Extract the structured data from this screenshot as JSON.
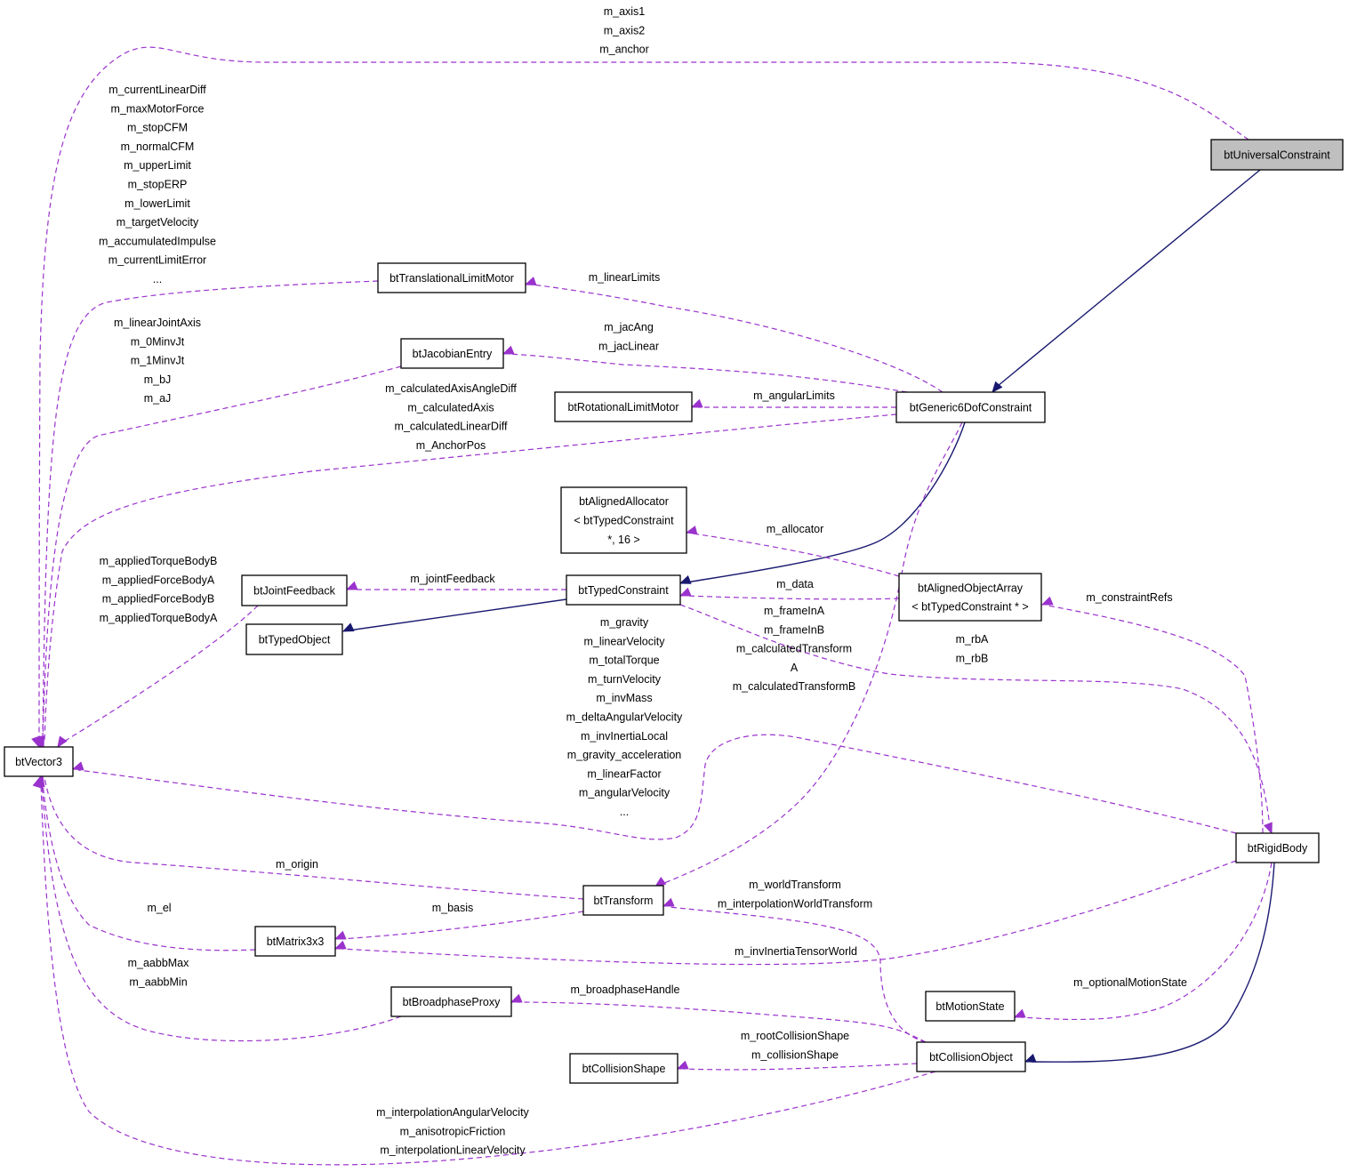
{
  "nodes": {
    "btUniversalConstraint": [
      "btUniversalConstraint"
    ],
    "btGeneric6DofConstraint": [
      "btGeneric6DofConstraint"
    ],
    "btTranslationalLimitMotor": [
      "btTranslationalLimitMotor"
    ],
    "btJacobianEntry": [
      "btJacobianEntry"
    ],
    "btRotationalLimitMotor": [
      "btRotationalLimitMotor"
    ],
    "btAlignedAllocator": [
      "btAlignedAllocator",
      "< btTypedConstraint",
      "*, 16 >"
    ],
    "btJointFeedback": [
      "btJointFeedback"
    ],
    "btTypedConstraint": [
      "btTypedConstraint"
    ],
    "btAlignedObjectArray": [
      "btAlignedObjectArray",
      "< btTypedConstraint * >"
    ],
    "btTypedObject": [
      "btTypedObject"
    ],
    "btVector3": [
      "btVector3"
    ],
    "btRigidBody": [
      "btRigidBody"
    ],
    "btTransform": [
      "btTransform"
    ],
    "btMatrix3x3": [
      "btMatrix3x3"
    ],
    "btBroadphaseProxy": [
      "btBroadphaseProxy"
    ],
    "btMotionState": [
      "btMotionState"
    ],
    "btCollisionShape": [
      "btCollisionShape"
    ],
    "btCollisionObject": [
      "btCollisionObject"
    ]
  },
  "edge_labels": {
    "univ_vec": [
      "m_axis1",
      "m_axis2",
      "m_anchor"
    ],
    "tlm_vec": [
      "m_currentLinearDiff",
      "m_maxMotorForce",
      "m_stopCFM",
      "m_normalCFM",
      "m_upperLimit",
      "m_stopERP",
      "m_lowerLimit",
      "m_targetVelocity",
      "m_accumulatedImpulse",
      "m_currentLimitError",
      "..."
    ],
    "jac_vec": [
      "m_linearJointAxis",
      "m_0MinvJt",
      "m_1MinvJt",
      "m_bJ",
      "m_aJ"
    ],
    "g6_vec": [
      "m_calculatedAxisAngleDiff",
      "m_calculatedAxis",
      "m_calculatedLinearDiff",
      "m_AnchorPos"
    ],
    "g6_tlm": [
      "m_linearLimits"
    ],
    "g6_jac": [
      "m_jacAng",
      "m_jacLinear"
    ],
    "g6_rlm": [
      "m_angularLimits"
    ],
    "aoa_alloc": [
      "m_allocator"
    ],
    "tc_jf": [
      "m_jointFeedback"
    ],
    "aoa_tc": [
      "m_data"
    ],
    "rb_aoa": [
      "m_constraintRefs"
    ],
    "jf_vec": [
      "m_appliedTorqueBodyB",
      "m_appliedForceBodyA",
      "m_appliedForceBodyB",
      "m_appliedTorqueBodyA"
    ],
    "g6_tr": [
      "m_frameInA",
      "m_frameInB",
      "m_calculatedTransform",
      "A",
      "m_calculatedTransformB"
    ],
    "tc_rb": [
      "m_rbA",
      "m_rbB"
    ],
    "rb_vec": [
      "m_gravity",
      "m_linearVelocity",
      "m_totalTorque",
      "m_turnVelocity",
      "m_invMass",
      "m_deltaAngularVelocity",
      "m_invInertiaLocal",
      "m_gravity_acceleration",
      "m_linearFactor",
      "m_angularVelocity",
      "..."
    ],
    "tr_vec": [
      "m_origin"
    ],
    "tr_mat": [
      "m_basis"
    ],
    "mat_vec": [
      "m_el"
    ],
    "co_tr": [
      "m_worldTransform",
      "m_interpolationWorldTransform"
    ],
    "rb_mat": [
      "m_invInertiaTensorWorld"
    ],
    "bp_vec": [
      "m_aabbMax",
      "m_aabbMin"
    ],
    "co_bp": [
      "m_broadphaseHandle"
    ],
    "rb_ms": [
      "m_optionalMotionState"
    ],
    "co_cs": [
      "m_rootCollisionShape",
      "m_collisionShape"
    ],
    "co_vec": [
      "m_interpolationAngularVelocity",
      "m_anisotropicFriction",
      "m_interpolationLinearVelocity"
    ]
  },
  "colors": {
    "inheritance_edge": "#191970",
    "usage_edge": "#9a32cd",
    "focus_node_fill": "#bfbfbf",
    "node_fill": "#ffffff"
  }
}
